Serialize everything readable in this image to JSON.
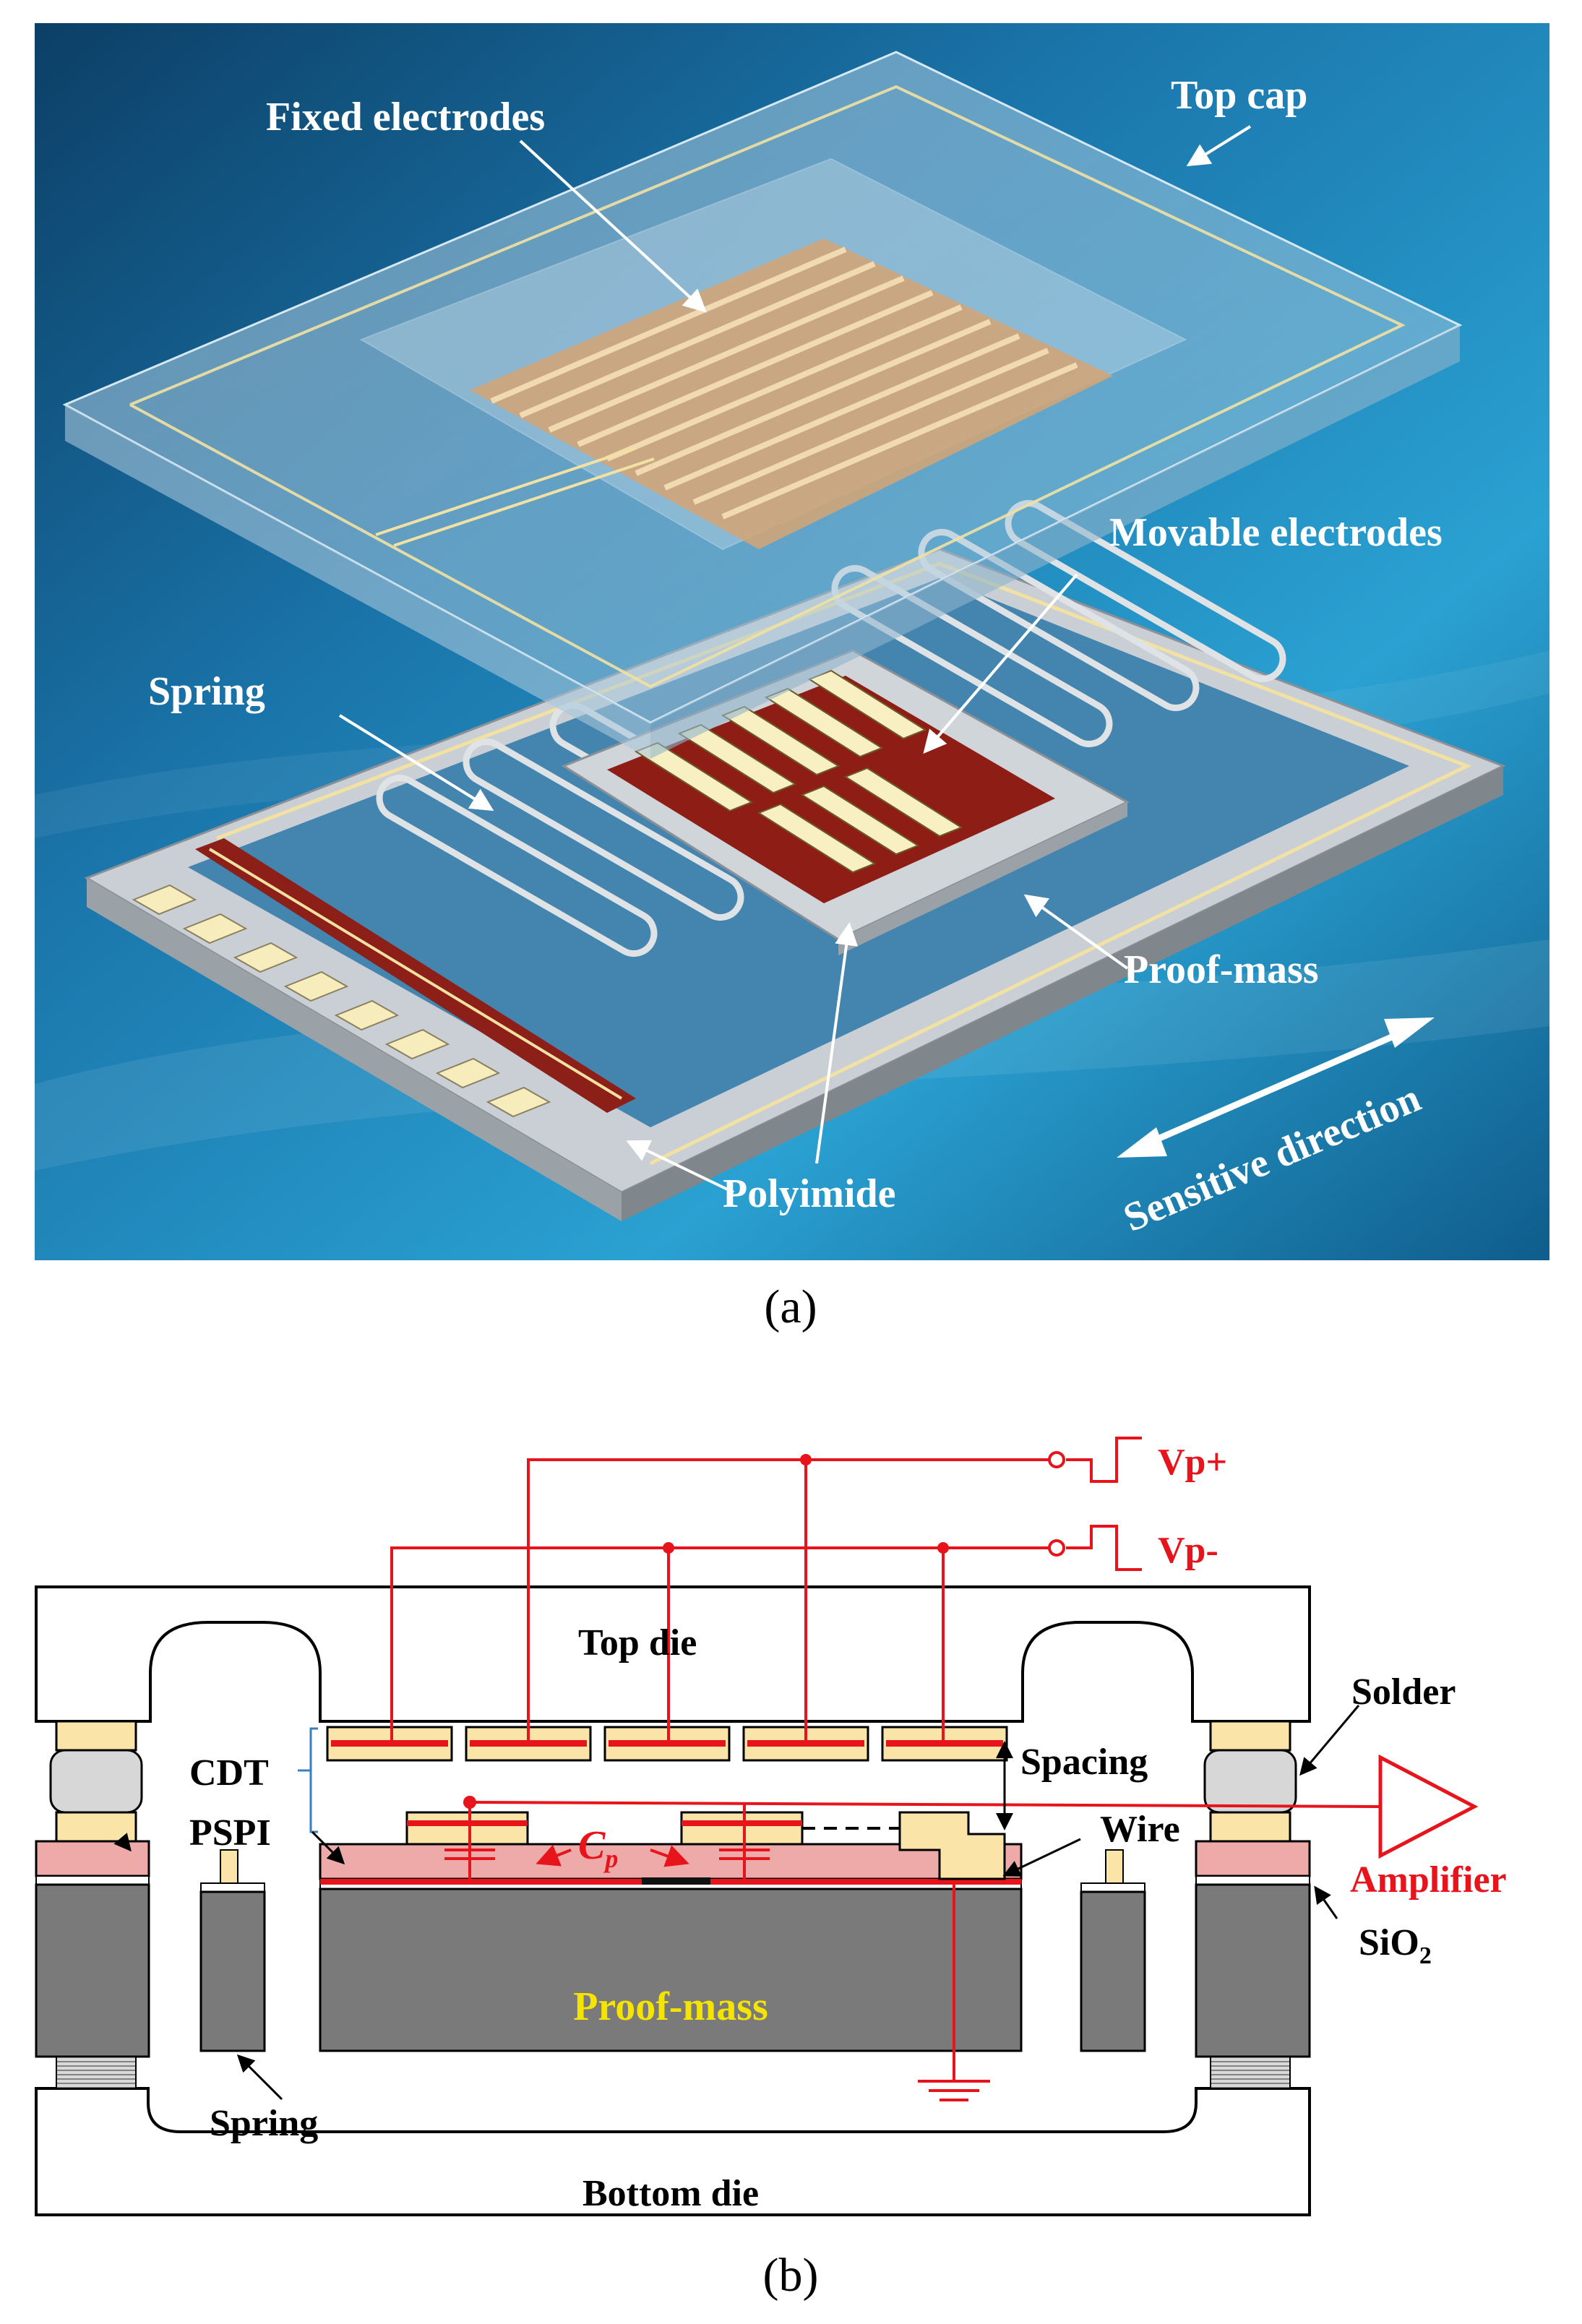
{
  "panel_a": {
    "caption": "(a)",
    "labels": {
      "fixed_electrodes": "Fixed electrodes",
      "top_cap": "Top cap",
      "movable_electrodes": "Movable electrodes",
      "spring": "Spring",
      "proof_mass": "Proof-mass",
      "polyimide": "Polyimide",
      "sensitive_direction": "Sensitive direction"
    }
  },
  "panel_b": {
    "caption": "(b)",
    "labels": {
      "vp_plus": "Vp+",
      "vp_minus": "Vp-",
      "top_die": "Top die",
      "solder": "Solder",
      "cdt": "CDT",
      "pspi": "PSPI",
      "spacing": "Spacing",
      "cp": "C",
      "cp_sub": "p",
      "wire": "Wire",
      "amplifier": "Amplifier",
      "sio2": "SiO",
      "sio2_sub": "2",
      "proof_mass": "Proof-mass",
      "spring": "Spring",
      "bottom_die": "Bottom die"
    }
  },
  "colors": {
    "signal_red": "#e8141b",
    "electrode_yellow": "#fbe4a8",
    "pspi_pink": "#eeaaa8",
    "silicon_gray": "#7a7a7a",
    "proof_mass_text": "#f5e400"
  }
}
